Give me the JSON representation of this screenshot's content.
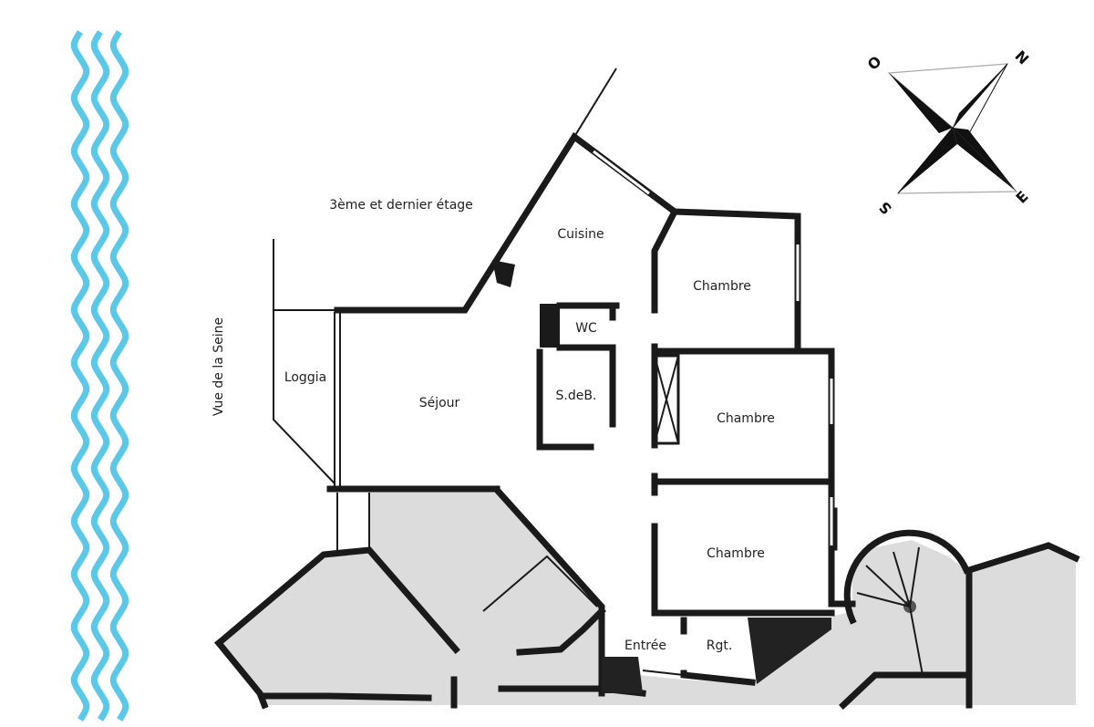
{
  "plan": {
    "floor_title": "3ème et dernier étage",
    "view_label": "Vue de la Seine",
    "rooms": {
      "cuisine": "Cuisine",
      "chambre_1": "Chambre",
      "wc": "WC",
      "sdb": "S.deB.",
      "sejour": "Séjour",
      "loggia": "Loggia",
      "chambre_2": "Chambre",
      "chambre_3": "Chambre",
      "entree": "Entrée",
      "rangement": "Rgt."
    }
  },
  "compass": {
    "n": "N",
    "e": "E",
    "s": "S",
    "o": "O"
  },
  "colors": {
    "water": "#5bc8e8",
    "neighbor": "#dcdcdc",
    "wall": "#1a1a1a"
  }
}
